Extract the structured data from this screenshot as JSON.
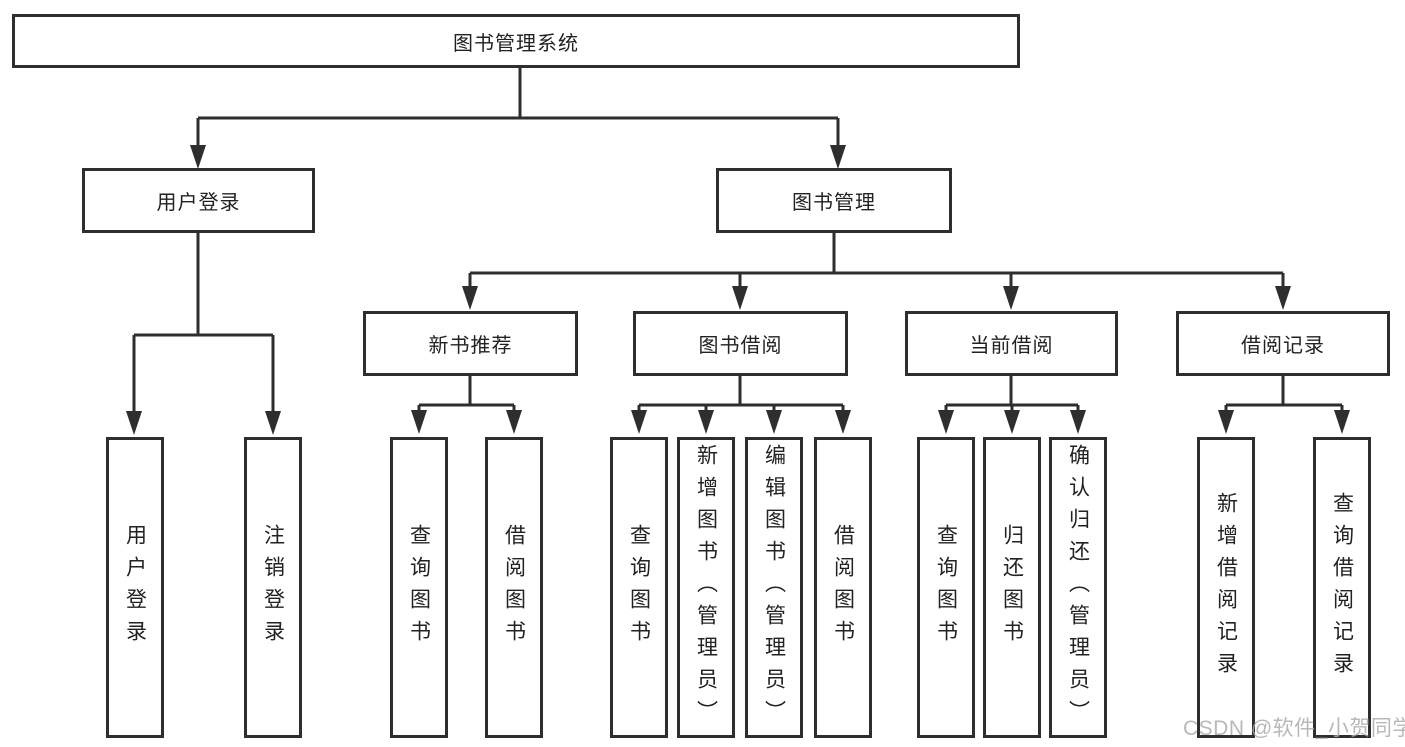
{
  "diagram": {
    "title": "图书管理系统",
    "watermark": "CSDN @软件_小贺同学",
    "nodes": [
      {
        "id": "root",
        "label": "图书管理系统",
        "parent": null
      },
      {
        "id": "user-login",
        "label": "用户登录",
        "parent": "root"
      },
      {
        "id": "book-management",
        "label": "图书管理",
        "parent": "root"
      },
      {
        "id": "login",
        "label": "用户登录",
        "parent": "user-login"
      },
      {
        "id": "logout",
        "label": "注销登录",
        "parent": "user-login"
      },
      {
        "id": "new-book-recommend",
        "label": "新书推荐",
        "parent": "book-management"
      },
      {
        "id": "book-borrowing",
        "label": "图书借阅",
        "parent": "book-management"
      },
      {
        "id": "current-borrowing",
        "label": "当前借阅",
        "parent": "book-management"
      },
      {
        "id": "borrowing-records",
        "label": "借阅记录",
        "parent": "book-management"
      },
      {
        "id": "query-books-1",
        "label": "查询图书",
        "parent": "new-book-recommend"
      },
      {
        "id": "borrow-books-1",
        "label": "借阅图书",
        "parent": "new-book-recommend"
      },
      {
        "id": "query-books-2",
        "label": "查询图书",
        "parent": "book-borrowing"
      },
      {
        "id": "add-books-admin",
        "label": "新增图书（管理员）",
        "parent": "book-borrowing"
      },
      {
        "id": "edit-books-admin",
        "label": "编辑图书（管理员）",
        "parent": "book-borrowing"
      },
      {
        "id": "borrow-books-2",
        "label": "借阅图书",
        "parent": "book-borrowing"
      },
      {
        "id": "query-books-3",
        "label": "查询图书",
        "parent": "current-borrowing"
      },
      {
        "id": "return-books",
        "label": "归还图书",
        "parent": "current-borrowing"
      },
      {
        "id": "confirm-return-admin",
        "label": "确认归还（管理员）",
        "parent": "current-borrowing"
      },
      {
        "id": "add-borrow-record",
        "label": "新增借阅记录",
        "parent": "borrowing-records"
      },
      {
        "id": "query-borrow-record",
        "label": "查询借阅记录",
        "parent": "borrowing-records"
      }
    ]
  }
}
